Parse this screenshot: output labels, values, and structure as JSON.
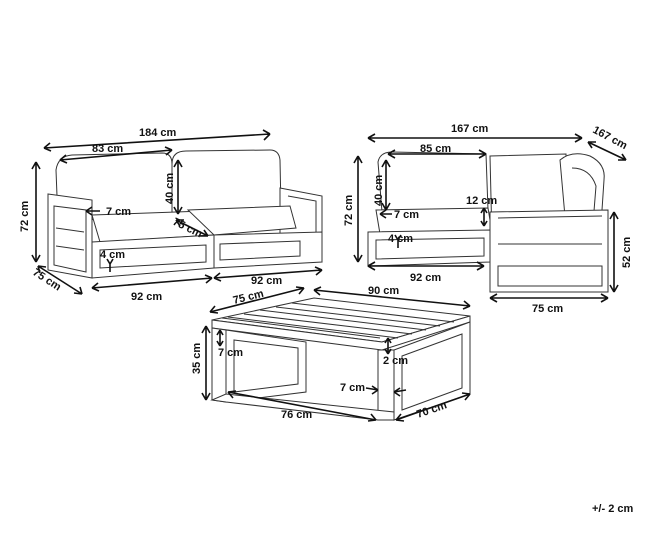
{
  "labels": {
    "sofa_width": "184 cm",
    "sofa_seat_width": "83 cm",
    "sofa_height": "72 cm",
    "sofa_back_height": "40 cm",
    "sofa_arm_thickness": "7 cm",
    "sofa_cushion_depth": "75 cm",
    "sofa_leg_gap": "4 cm",
    "sofa_depth": "75 cm",
    "sofa_module_left": "92 cm",
    "sofa_module_right": "92 cm",
    "corner_width": "167 cm",
    "corner_depth": "167 cm",
    "corner_seat_width": "85 cm",
    "corner_height": "72 cm",
    "corner_back_height": "40 cm",
    "corner_arm_thickness": "7 cm",
    "corner_arm_offset": "12 cm",
    "corner_leg_gap": "4 cm",
    "corner_module_width": "92 cm",
    "corner_arm_height": "52 cm",
    "corner_module_depth": "75 cm",
    "table_depth_top": "75 cm",
    "table_width": "90 cm",
    "table_height": "35 cm",
    "table_frame_thickness": "7 cm",
    "table_top_thickness": "2 cm",
    "table_leg_width": "7 cm",
    "table_length": "76 cm",
    "table_depth": "70 cm",
    "tolerance": "+/- 2 cm"
  }
}
